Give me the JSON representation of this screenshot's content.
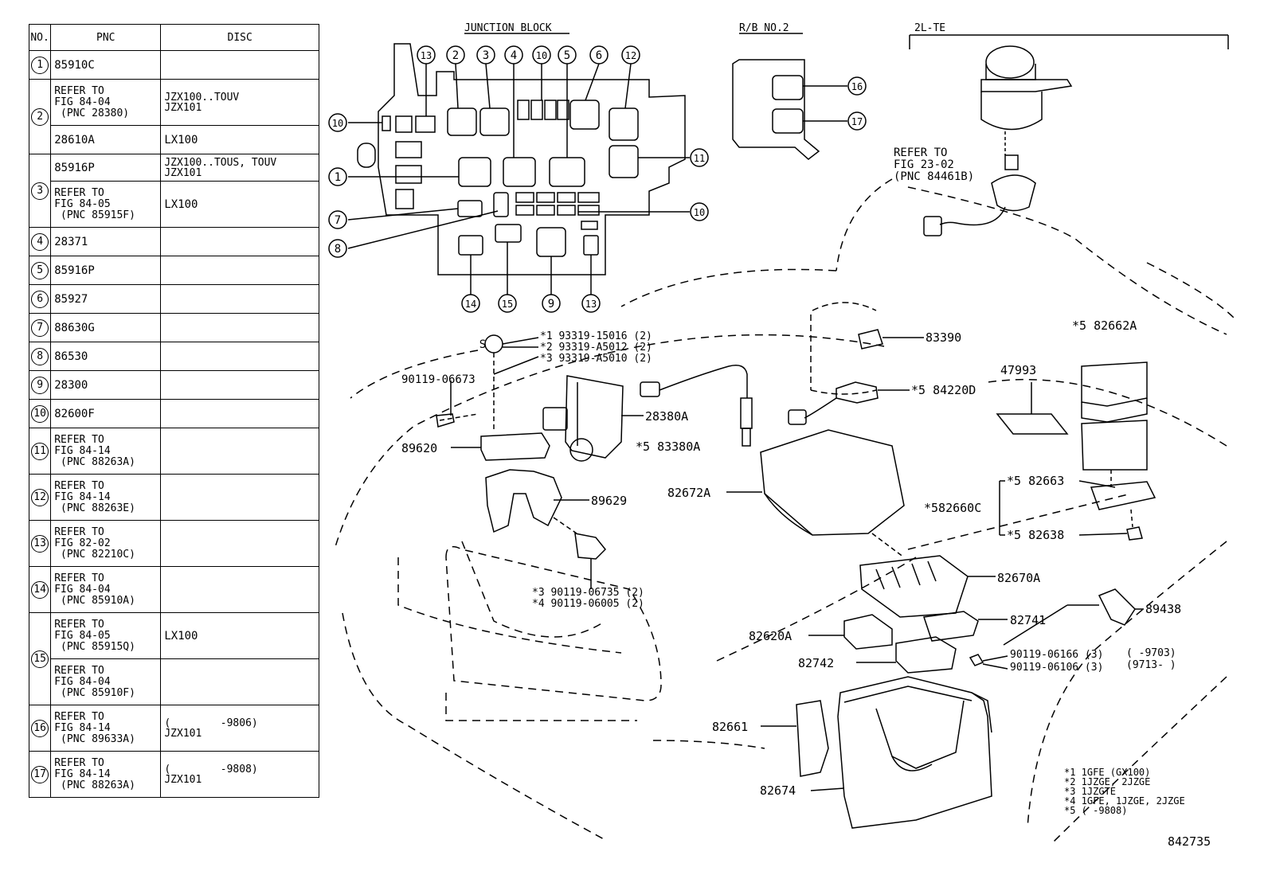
{
  "table": {
    "headers": [
      "NO.",
      "PNC",
      "DISC"
    ],
    "rows": [
      {
        "no": "1",
        "pnc": "85910C",
        "disc": ""
      },
      {
        "no": "2",
        "pnc": "REFER TO\nFIG 84-04\n (PNC 28380)",
        "disc": "JZX100..TOUV\nJZX101"
      },
      {
        "no": "",
        "pnc": "28610A",
        "disc": "LX100"
      },
      {
        "no": "3",
        "pnc": "85916P",
        "disc": "JZX100..TOUS, TOUV\nJZX101"
      },
      {
        "no": "",
        "pnc": "REFER TO\nFIG 84-05\n (PNC 85915F)",
        "disc": "LX100"
      },
      {
        "no": "4",
        "pnc": "28371",
        "disc": ""
      },
      {
        "no": "5",
        "pnc": "85916P",
        "disc": ""
      },
      {
        "no": "6",
        "pnc": "85927",
        "disc": ""
      },
      {
        "no": "7",
        "pnc": "88630G",
        "disc": ""
      },
      {
        "no": "8",
        "pnc": "86530",
        "disc": ""
      },
      {
        "no": "9",
        "pnc": "28300",
        "disc": ""
      },
      {
        "no": "10",
        "pnc": "82600F",
        "disc": ""
      },
      {
        "no": "11",
        "pnc": "REFER TO\nFIG 84-14\n (PNC 88263A)",
        "disc": ""
      },
      {
        "no": "12",
        "pnc": "REFER TO\nFIG 84-14\n (PNC 88263E)",
        "disc": ""
      },
      {
        "no": "13",
        "pnc": "REFER TO\nFIG 82-02\n (PNC 82210C)",
        "disc": ""
      },
      {
        "no": "14",
        "pnc": "REFER TO\nFIG 84-04\n (PNC 85910A)",
        "disc": ""
      },
      {
        "no": "15",
        "pnc": "REFER TO\nFIG 84-05\n (PNC 85915Q)",
        "disc": "LX100"
      },
      {
        "no": "",
        "pnc": "REFER TO\nFIG 84-04\n (PNC 85910F)",
        "disc": ""
      },
      {
        "no": "16",
        "pnc": "REFER TO\nFIG 84-14\n (PNC 89633A)",
        "disc": "(        -9806)\nJZX101"
      },
      {
        "no": "17",
        "pnc": "REFER TO\nFIG 84-14\n (PNC 88263A)",
        "disc": "(        -9808)\nJZX101"
      }
    ]
  },
  "headings": {
    "junction_block": "JUNCTION BLOCK",
    "rb_no2": "R/B NO.2",
    "engine": "2L-TE"
  },
  "junction_callouts": [
    "13",
    "2",
    "3",
    "4",
    "10",
    "5",
    "6",
    "12",
    "10",
    "1",
    "11",
    "7",
    "8",
    "10",
    "14",
    "15",
    "9",
    "13"
  ],
  "rb_callouts": [
    "16",
    "17"
  ],
  "refer_fig_23": "REFER TO\nFIG 23-02\n(PNC 84461B)",
  "part_labels": {
    "s_mark": "S",
    "bolt_a": "*1  93319-15016 (2)",
    "bolt_b": "*2  93319-A5012 (2)",
    "bolt_c": "*3  93319-A5010 (2)",
    "p90119_06673": "90119-06673",
    "p89620": "89620",
    "p28380A": "28380A",
    "p83380A": "*5 83380A",
    "p89629": "89629",
    "p90119_06735": "*3  90119-06735 (2)",
    "p90119_06005": "*4  90119-06005 (2)",
    "p83390": "83390",
    "p84220D": "*5 84220D",
    "p47993": "47993",
    "p82662A": "*5 82662A",
    "p82672A": "82672A",
    "p82663": "*5  82663",
    "p82660C": "*582660C",
    "p82638": "*5  82638",
    "p82670A": "82670A",
    "p89438": "89438",
    "p82620A": "82620A",
    "p82741": "82741",
    "p82742": "82742",
    "p90119_06166": "90119-06166 (3)",
    "p90119_06106": "90119-06106 (3)",
    "date_a": "(        -9703)",
    "date_b": "(9713-        )",
    "p82661": "82661",
    "p82674": "82674"
  },
  "legend": [
    "*1  1GFE (GX100)",
    "*2  1JZGE, 2JZGE",
    "*3  1JZGTE",
    "*4  1GFE, 1JZGE, 2JZGE",
    "*5  (       -9808)"
  ],
  "figure_number": "842735"
}
